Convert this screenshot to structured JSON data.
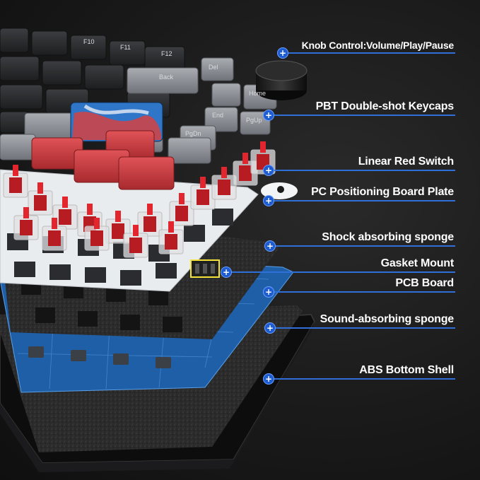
{
  "colors": {
    "accent": "#1d5cd1",
    "callout_line": "#2f6fd8",
    "keycap_red": "#c9393d",
    "keycap_gray": "#8e9196",
    "keycap_black": "#2b2c2e",
    "pcb_blue": "#1f5fa8",
    "sponge": "#2a2a2a",
    "plate": "#e9ecef"
  },
  "callouts": [
    {
      "id": "knob",
      "text": "Knob Control:Volume/Play/Pause"
    },
    {
      "id": "keycaps",
      "text": "PBT Double-shot Keycaps"
    },
    {
      "id": "switch",
      "text": "Linear Red Switch"
    },
    {
      "id": "plate",
      "text": "PC Positioning Board Plate"
    },
    {
      "id": "shock",
      "text": "Shock absorbing sponge"
    },
    {
      "id": "gasket",
      "text": "Gasket Mount"
    },
    {
      "id": "pcb",
      "text": "PCB Board"
    },
    {
      "id": "sound",
      "text": "Sound-absorbing sponge"
    },
    {
      "id": "shell",
      "text": "ABS Bottom Shell"
    }
  ],
  "keycap_legends": [
    "F10",
    "F11",
    "F12",
    "Del",
    "Back",
    "Home",
    "End",
    "PgUp",
    "PgDn"
  ],
  "icons": {
    "callout_marker": "plus-icon"
  }
}
